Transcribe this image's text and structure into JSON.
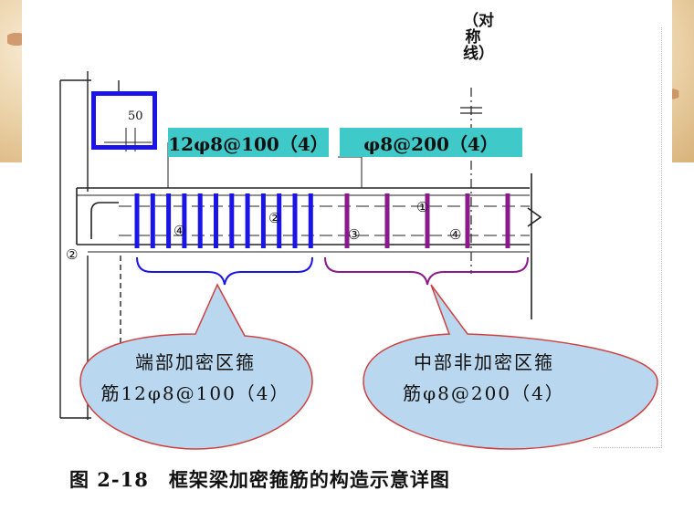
{
  "symmetry_label": "（对称线）",
  "dimension": "50",
  "labels": {
    "end_zone": "12φ8@100（4）",
    "mid_zone": "φ8@200（4）"
  },
  "callouts": {
    "end_zone_line1": "端部加密区箍",
    "end_zone_line2": "筋12φ8@100（4）",
    "mid_zone_line1": "中部非加密区箍",
    "mid_zone_line2": "筋φ8@200（4）"
  },
  "markers": [
    "①",
    "②",
    "③",
    "④"
  ],
  "caption": "图 2-18　框架梁加密箍筋的构造示意详图",
  "colors": {
    "end_stirrups": "#1a14e6",
    "mid_stirrups": "#8a1a8a",
    "label_box": "#3fc9c9",
    "bubble_fill": "#b9d7ee",
    "bubble_stroke": "#d04040"
  }
}
